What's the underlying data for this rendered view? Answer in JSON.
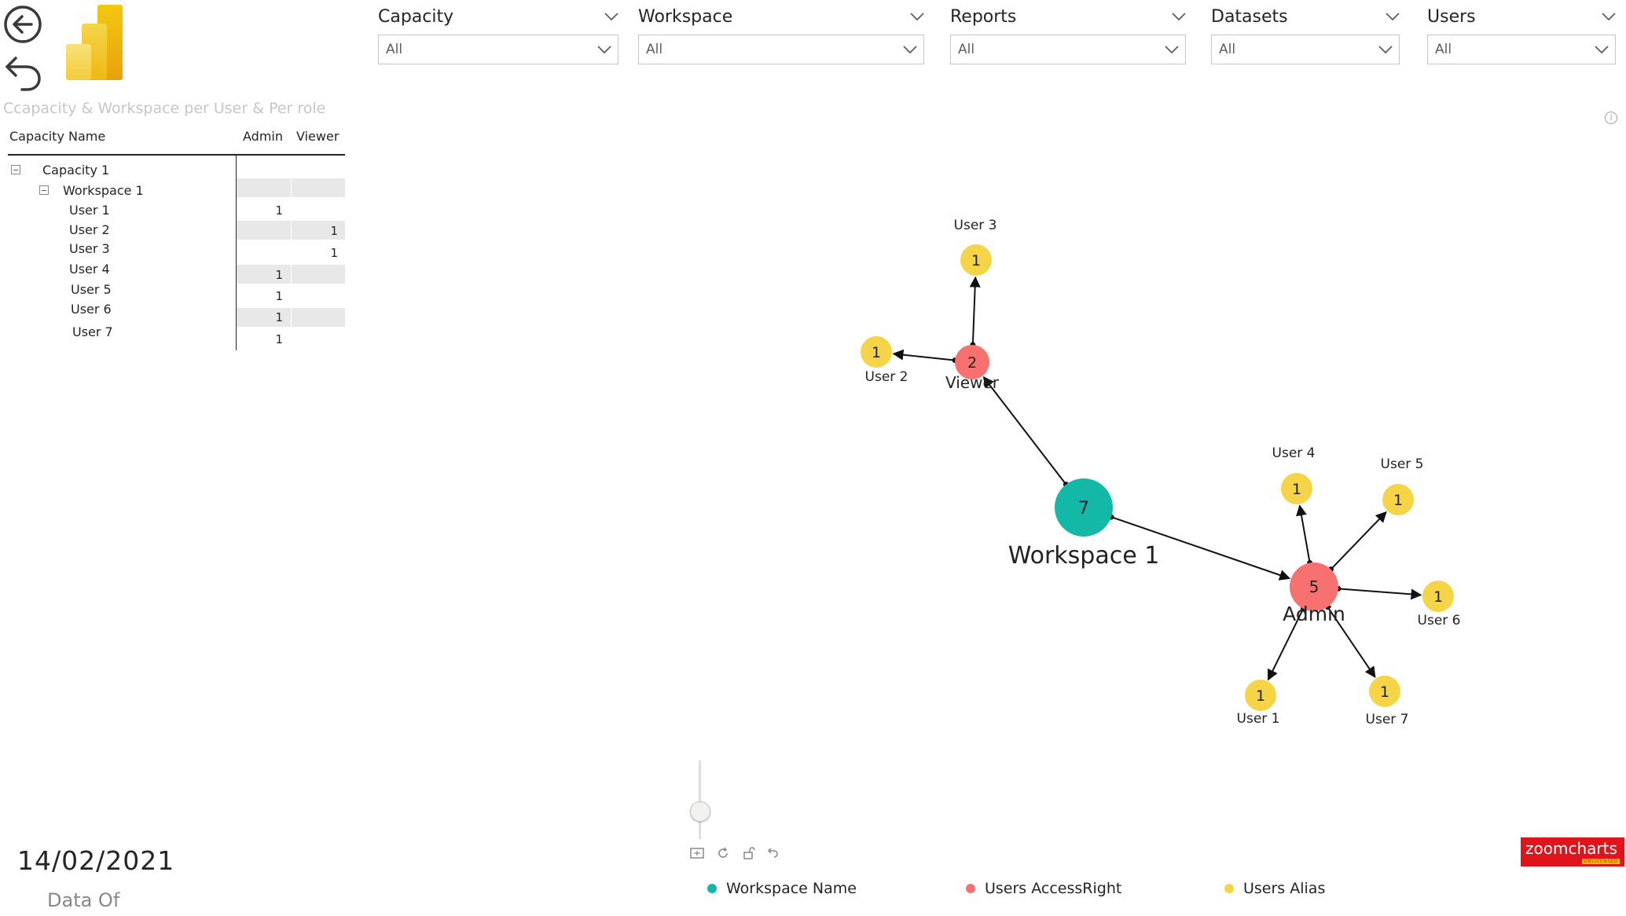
{
  "nav": {
    "back_icon": "arrow-left-circle-icon",
    "undo_icon": "undo-icon",
    "logo_icon": "powerbi-logo-icon"
  },
  "slicers": [
    {
      "id": "capacity",
      "title": "Capacity",
      "value": "All"
    },
    {
      "id": "workspace",
      "title": "Workspace",
      "value": "All"
    },
    {
      "id": "reports",
      "title": "Reports",
      "value": "All"
    },
    {
      "id": "datasets",
      "title": "Datasets",
      "value": "All"
    },
    {
      "id": "users",
      "title": "Users",
      "value": "All"
    }
  ],
  "matrix": {
    "title": "Ccapacity & Workspace per User & Per role",
    "headers": {
      "name": "Capacity Name",
      "admin": "Admin",
      "viewer": "Viewer"
    },
    "capacity": "Capacity 1",
    "workspace": "Workspace 1",
    "rows": [
      {
        "label": "User 1",
        "admin": "1",
        "viewer": ""
      },
      {
        "label": "User 2",
        "admin": "",
        "viewer": "1"
      },
      {
        "label": "User 3",
        "admin": "",
        "viewer": "1"
      },
      {
        "label": "User 4",
        "admin": "1",
        "viewer": ""
      },
      {
        "label": "User 5",
        "admin": "1",
        "viewer": ""
      },
      {
        "label": "User 6",
        "admin": "1",
        "viewer": ""
      },
      {
        "label": "User 7",
        "admin": "1",
        "viewer": ""
      }
    ]
  },
  "date_card": {
    "value": "14/02/2021",
    "label": "Data Of"
  },
  "network": {
    "colors": {
      "workspace": "#14b8a6",
      "access": "#f87171",
      "alias": "#f5d547"
    },
    "nodes": [
      {
        "id": "ws1",
        "type": "workspace",
        "value": "7",
        "label": "Workspace 1"
      },
      {
        "id": "viewer",
        "type": "access",
        "value": "2",
        "label": "Viewer"
      },
      {
        "id": "admin",
        "type": "access",
        "value": "5",
        "label": "Admin"
      },
      {
        "id": "u1",
        "type": "alias",
        "value": "1",
        "label": "User 1"
      },
      {
        "id": "u2",
        "type": "alias",
        "value": "1",
        "label": "User 2"
      },
      {
        "id": "u3",
        "type": "alias",
        "value": "1",
        "label": "User 3"
      },
      {
        "id": "u4",
        "type": "alias",
        "value": "1",
        "label": "User 4"
      },
      {
        "id": "u5",
        "type": "alias",
        "value": "1",
        "label": "User 5"
      },
      {
        "id": "u6",
        "type": "alias",
        "value": "1",
        "label": "User 6"
      },
      {
        "id": "u7",
        "type": "alias",
        "value": "1",
        "label": "User 7"
      }
    ],
    "links": [
      {
        "from": "ws1",
        "to": "viewer"
      },
      {
        "from": "ws1",
        "to": "admin"
      },
      {
        "from": "viewer",
        "to": "u2"
      },
      {
        "from": "viewer",
        "to": "u3"
      },
      {
        "from": "admin",
        "to": "u1"
      },
      {
        "from": "admin",
        "to": "u4"
      },
      {
        "from": "admin",
        "to": "u5"
      },
      {
        "from": "admin",
        "to": "u6"
      },
      {
        "from": "admin",
        "to": "u7"
      }
    ]
  },
  "toolbar": {
    "icons": [
      "fit-to-screen-icon",
      "refresh-icon",
      "lock-icon",
      "back-arrow-icon"
    ]
  },
  "legend": [
    {
      "label": "Workspace Name",
      "color": "#14b8a6"
    },
    {
      "label": "Users AccessRight",
      "color": "#f87171"
    },
    {
      "label": "Users Alias",
      "color": "#f5d547"
    }
  ],
  "brand": {
    "name": "zoomcharts",
    "tag": "UNLICENSED"
  },
  "info_icon": "info-icon"
}
